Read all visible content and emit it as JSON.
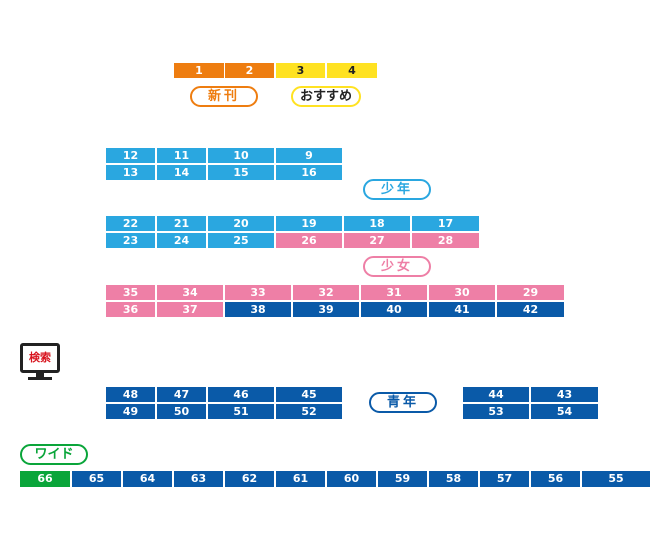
{
  "colors": {
    "orange": "#ee7d10",
    "yellow": "#ffe222",
    "light_blue": "#2aa7e0",
    "pink": "#ee7fa6",
    "dark_blue": "#0a5aa8",
    "green": "#0aa53a"
  },
  "labels": {
    "new_release": "新刊",
    "recommended": "おすすめ",
    "shonen": "少年",
    "shojo": "少女",
    "seinen": "青年",
    "wide": "ワイド",
    "search": "検索"
  },
  "shelves": {
    "top": [
      [
        "1",
        "orange"
      ],
      [
        "2",
        "orange"
      ],
      [
        "3",
        "yellow"
      ],
      [
        "4",
        "yellow"
      ]
    ],
    "a1": [
      [
        "12",
        "light_blue"
      ],
      [
        "11",
        "light_blue"
      ],
      [
        "10",
        "light_blue"
      ],
      [
        "9",
        "light_blue"
      ]
    ],
    "a2": [
      [
        "13",
        "light_blue"
      ],
      [
        "14",
        "light_blue"
      ],
      [
        "15",
        "light_blue"
      ],
      [
        "16",
        "light_blue"
      ]
    ],
    "b1": [
      [
        "22",
        "light_blue"
      ],
      [
        "21",
        "light_blue"
      ],
      [
        "20",
        "light_blue"
      ],
      [
        "19",
        "light_blue"
      ],
      [
        "18",
        "light_blue"
      ],
      [
        "17",
        "light_blue"
      ]
    ],
    "b2": [
      [
        "23",
        "light_blue"
      ],
      [
        "24",
        "light_blue"
      ],
      [
        "25",
        "light_blue"
      ],
      [
        "26",
        "pink"
      ],
      [
        "27",
        "pink"
      ],
      [
        "28",
        "pink"
      ]
    ],
    "c1": [
      [
        "35",
        "pink"
      ],
      [
        "34",
        "pink"
      ],
      [
        "33",
        "pink"
      ],
      [
        "32",
        "pink"
      ],
      [
        "31",
        "pink"
      ],
      [
        "30",
        "pink"
      ],
      [
        "29",
        "pink"
      ]
    ],
    "c2": [
      [
        "36",
        "pink"
      ],
      [
        "37",
        "pink"
      ],
      [
        "38",
        "dark_blue"
      ],
      [
        "39",
        "dark_blue"
      ],
      [
        "40",
        "dark_blue"
      ],
      [
        "41",
        "dark_blue"
      ],
      [
        "42",
        "dark_blue"
      ]
    ],
    "d1": [
      [
        "48",
        "dark_blue"
      ],
      [
        "47",
        "dark_blue"
      ],
      [
        "46",
        "dark_blue"
      ],
      [
        "45",
        "dark_blue"
      ]
    ],
    "d2": [
      [
        "49",
        "dark_blue"
      ],
      [
        "50",
        "dark_blue"
      ],
      [
        "51",
        "dark_blue"
      ],
      [
        "52",
        "dark_blue"
      ]
    ],
    "e1": [
      [
        "44",
        "dark_blue"
      ],
      [
        "43",
        "dark_blue"
      ]
    ],
    "e2": [
      [
        "53",
        "dark_blue"
      ],
      [
        "54",
        "dark_blue"
      ]
    ],
    "wide": [
      [
        "66",
        "green"
      ],
      [
        "65",
        "dark_blue"
      ],
      [
        "64",
        "dark_blue"
      ],
      [
        "63",
        "dark_blue"
      ],
      [
        "62",
        "dark_blue"
      ],
      [
        "61",
        "dark_blue"
      ],
      [
        "60",
        "dark_blue"
      ],
      [
        "59",
        "dark_blue"
      ],
      [
        "58",
        "dark_blue"
      ],
      [
        "57",
        "dark_blue"
      ],
      [
        "56",
        "dark_blue"
      ],
      [
        "55",
        "dark_blue"
      ]
    ]
  }
}
